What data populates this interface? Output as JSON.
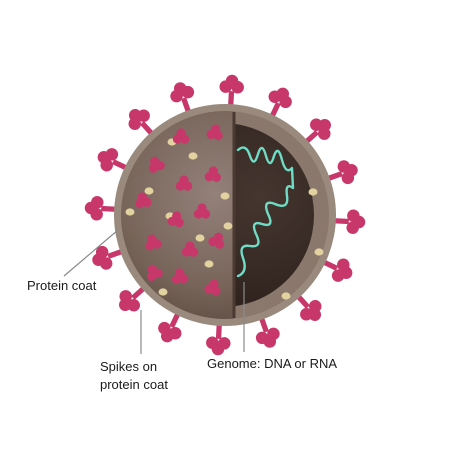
{
  "labels": {
    "protein_coat": "Protein coat",
    "spikes_line1": "Spikes on",
    "spikes_line2": "protein coat",
    "genome": "Genome: DNA or RNA"
  },
  "colors": {
    "spike": "#c8376a",
    "coat_outer": "#9a8a7d",
    "coat_body": "#7b695d",
    "coat_cut": "#5a4a40",
    "interior": "#3a2c25",
    "genome": "#6fdcc6",
    "granule": "#e2d2a0",
    "pointer_line": "#8a8a8a"
  }
}
